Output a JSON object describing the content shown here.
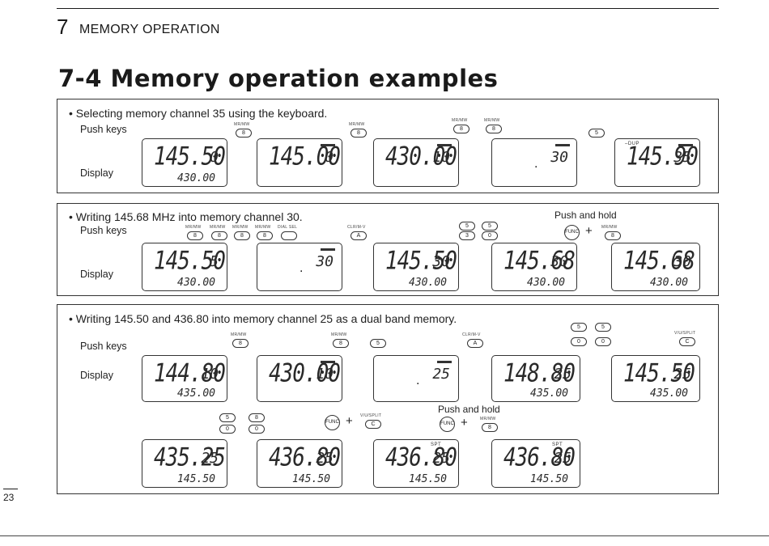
{
  "header": {
    "chapter_number": "7",
    "chapter_title": "MEMORY OPERATION"
  },
  "section_title": "7-4 Memory operation examples",
  "labels": {
    "push_keys": "Push keys",
    "display": "Display"
  },
  "key_names": {
    "mrmw": "MR/MW",
    "vuSplit": "V/U/SPLIT",
    "clrv": "CLR/M-V",
    "dialSel": "DIAL SEL",
    "func": "FUNC"
  },
  "examples": [
    {
      "title": "Selecting memory channel 35 using the keyboard."
    },
    {
      "title": "Writing 145.68 MHz into memory channel 30."
    },
    {
      "title": "Writing 145.50 and 436.80 into memory channel 25 as a dual band memory."
    }
  ],
  "notes": {
    "push_and_hold": "Push and hold"
  },
  "lcd_tags": {
    "dup": "–DUP",
    "spt": "SPT"
  },
  "ex1": {
    "d1": {
      "main": "145.50",
      "ch": "0",
      "sub": "430.00"
    },
    "d2": {
      "main": "145.00",
      "ch": "0",
      "sub": ""
    },
    "d3": {
      "main": "430.00",
      "ch": "10",
      "sub": ""
    },
    "d4": {
      "main": "",
      "ch": "30",
      "sub": ""
    },
    "d5": {
      "main": "145.90",
      "ch": "35",
      "sub": ""
    }
  },
  "ex2": {
    "d1": {
      "main": "145.50",
      "ch": "5",
      "sub": "430.00"
    },
    "d2": {
      "main": "",
      "ch": "30",
      "sub": ""
    },
    "d3": {
      "main": "145.50",
      "ch": "30",
      "sub": "430.00"
    },
    "d4": {
      "main": "145.68",
      "ch": "30",
      "sub": "430.00"
    },
    "d5": {
      "main": "145.68",
      "ch": "30",
      "sub": "430.00"
    }
  },
  "ex3": {
    "d1": {
      "main": "144.80",
      "ch": "10",
      "sub": "435.00"
    },
    "d2": {
      "main": "430.00",
      "ch": "10",
      "sub": ""
    },
    "d3": {
      "main": "",
      "ch": "25",
      "sub": ""
    },
    "d4": {
      "main": "148.80",
      "ch": "25",
      "sub": "435.00"
    },
    "d5": {
      "main": "145.50",
      "ch": "25",
      "sub": "435.00"
    },
    "d6": {
      "main": "435.25",
      "ch": "25",
      "sub": "145.50"
    },
    "d7": {
      "main": "436.80",
      "ch": "25",
      "sub": "145.50"
    },
    "d8": {
      "main": "436.80",
      "ch": "25",
      "sub": "145.50"
    },
    "d9": {
      "main": "436.80",
      "ch": "25",
      "sub": "145.50"
    }
  },
  "page_number": "23"
}
